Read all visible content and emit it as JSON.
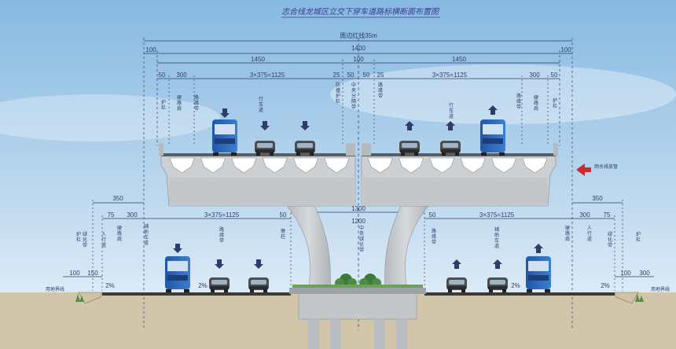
{
  "title": "志合线龙城区立交下穿车道路标横断面布置图",
  "dimensions": {
    "total_label": "周边红线35m",
    "left_margin": "100",
    "right_margin": "100",
    "center_span": "1400",
    "upper_left_span": "1450",
    "upper_right_span": "1450",
    "center_median": "100",
    "upper_left_curb": "50",
    "upper_left_shoulder": "300",
    "upper_left_lanes": "3×375=1125",
    "upper_center_left": "25",
    "upper_center_left2": "50",
    "upper_center_right": "50",
    "upper_center_right2": "25",
    "upper_right_lanes": "3×375=1125",
    "upper_right_shoulder": "300",
    "upper_right_curb": "50",
    "lower_left_edge": "350",
    "lower_right_edge": "350",
    "lower_left_sub": "75",
    "lower_left_shoulder": "300",
    "lower_left_lanes": "3×375=1125",
    "lower_left_curb": "50",
    "lower_center_top": "1300",
    "lower_center": "1200",
    "lower_right_curb": "50",
    "lower_right_lanes": "3×375=1125",
    "lower_right_shoulder": "300",
    "lower_right_sub": "75",
    "ground_left_a": "100",
    "ground_left_b": "150",
    "ground_right_a": "100",
    "ground_right_b": "300",
    "slope_left_in": "2%",
    "slope_left_out": "2%",
    "slope_right_in": "2%",
    "slope_right_out": "2%"
  },
  "labels": {
    "upper_left_a": "护栏",
    "upper_left_b": "硬路肩",
    "upper_left_c": "路缘带",
    "upper_left_d": "行车道",
    "upper_center_a": "防撞护栏",
    "upper_center_b": "中央分隔带",
    "upper_center_c": "路缘带",
    "upper_right_d": "行车道",
    "upper_right_c": "路缘带",
    "upper_right_b": "硬路肩",
    "upper_right_a": "护栏",
    "arrow_note": "雨水排放管",
    "lower_left_a": "护栏",
    "lower_left_b": "绿化带",
    "lower_left_c": "人行道",
    "lower_left_d": "硬路肩",
    "lower_left_e": "辅助车道",
    "lower_left_f": "路缘带",
    "lower_center_a": "墩柱",
    "lower_center_b": "中央绿化带",
    "lower_right_f": "路缘带",
    "lower_right_e": "辅助车道",
    "lower_right_d": "硬路肩",
    "lower_right_c": "人行道",
    "lower_right_b": "绿化带",
    "lower_right_a": "护栏",
    "ground_left": "用地界线",
    "ground_right": "用地界线"
  },
  "colors": {
    "sky_top": "#86b9e1",
    "sky_bottom": "#e9f3fb",
    "ground": "#cfc2a6",
    "road": "#3a3a3a",
    "concrete": "#c9cccf",
    "concrete_dark": "#aeb2b6",
    "dimension": "#2f3c6a",
    "bus_blue": "#2763b8",
    "arrow_red": "#cf2a2a"
  }
}
